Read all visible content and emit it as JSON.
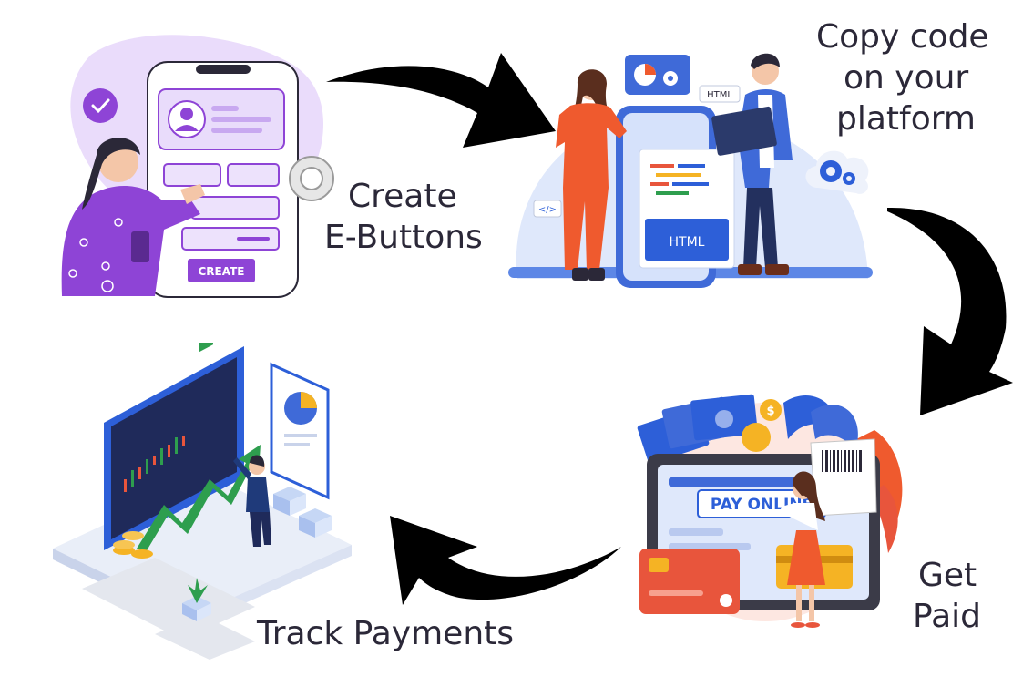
{
  "steps": {
    "create": {
      "label_line1": "Create",
      "label_line2": "E-Buttons",
      "button_text": "CREATE"
    },
    "copy": {
      "label_line1": "Copy code",
      "label_line2": "on your",
      "label_line3": "platform",
      "tag_html": "HTML",
      "screen_html": "HTML",
      "code_tag": "</>"
    },
    "paid": {
      "label_line1": "Get",
      "label_line2": "Paid",
      "pay_online": "PAY ONLINE",
      "dollar_symbol": "$"
    },
    "track": {
      "label": "Track Payments"
    }
  },
  "colors": {
    "purple": "#8e44d6",
    "purple_light": "#eadcfb",
    "blue": "#2d5fd8",
    "blue_light": "#dfe8fb",
    "orange": "#ef5a2e",
    "red": "#e8553c",
    "gold": "#f5b324",
    "green": "#2e9e4e",
    "arrow": "#000000",
    "text": "#2b2838"
  }
}
